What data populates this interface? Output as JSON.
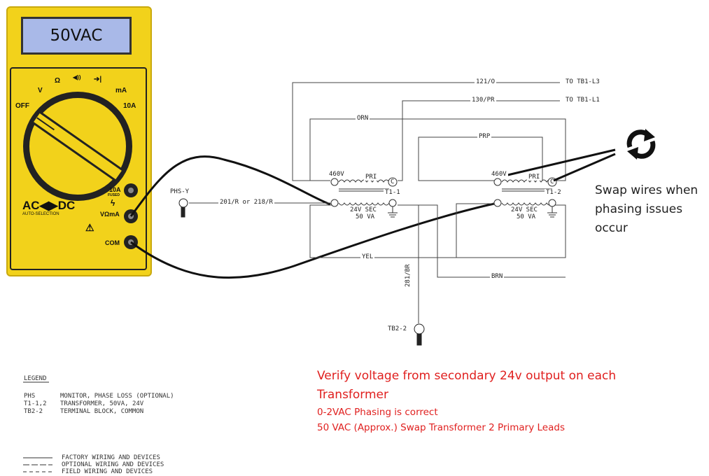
{
  "meter": {
    "display": "50VAC",
    "dial": {
      "off": "OFF",
      "v": "V",
      "ohm": "Ω",
      "buzz": "◀))",
      "diode": "➔|",
      "ma": "mA",
      "a10": "10A"
    },
    "mode_label": "AC◀▶DC",
    "auto_label": "AUTO-SELECTION",
    "jacks": {
      "j10a": "10A",
      "j10a_sub": "FUSED",
      "vma": "VΩmA",
      "com": "COM"
    }
  },
  "wiring": {
    "l121": "121/O",
    "to_l3": "TO TB1-L3",
    "l130": "130/PR",
    "to_l1": "TO TB1-L1",
    "orn": "ORN",
    "prp": "PRP",
    "yel": "YEL",
    "brn": "BRN",
    "phs": "PHS-Y",
    "l201": "201/R or 218/R",
    "l281": "281/BR",
    "tb2": "TB2-2"
  },
  "transformers": [
    {
      "id": "T1-1",
      "v460": "460V",
      "pri": "PRI",
      "c": "C",
      "sec": "24V SEC",
      "va": "50 VA"
    },
    {
      "id": "T1-2",
      "v460": "460V",
      "pri": "PRI",
      "c": "C",
      "sec": "24V SEC",
      "va": "50 VA"
    }
  ],
  "swap_note": [
    "Swap wires when",
    "phasing issues",
    "occur"
  ],
  "verify": {
    "title_line1": "Verify voltage from secondary 24v output on each",
    "title_line2": "Transformer",
    "line1": "0-2VAC Phasing is correct",
    "line2": "50 VAC (Approx.) Swap Transformer 2 Primary Leads"
  },
  "legend": {
    "heading": "LEGEND",
    "rows": [
      {
        "k": "PHS",
        "v": "MONITOR, PHASE LOSS (OPTIONAL)"
      },
      {
        "k": "T1-1,2",
        "v": "TRANSFORMER, 50VA, 24V"
      },
      {
        "k": "TB2-2",
        "v": "TERMINAL BLOCK, COMMON"
      }
    ],
    "lines": [
      "FACTORY WIRING AND DEVICES",
      "OPTIONAL WIRING AND DEVICES",
      "FIELD WIRING AND DEVICES"
    ]
  },
  "colors": {
    "meter": "#f2d21b",
    "lcd": "#a9b9e8",
    "red": "#e0201f"
  }
}
